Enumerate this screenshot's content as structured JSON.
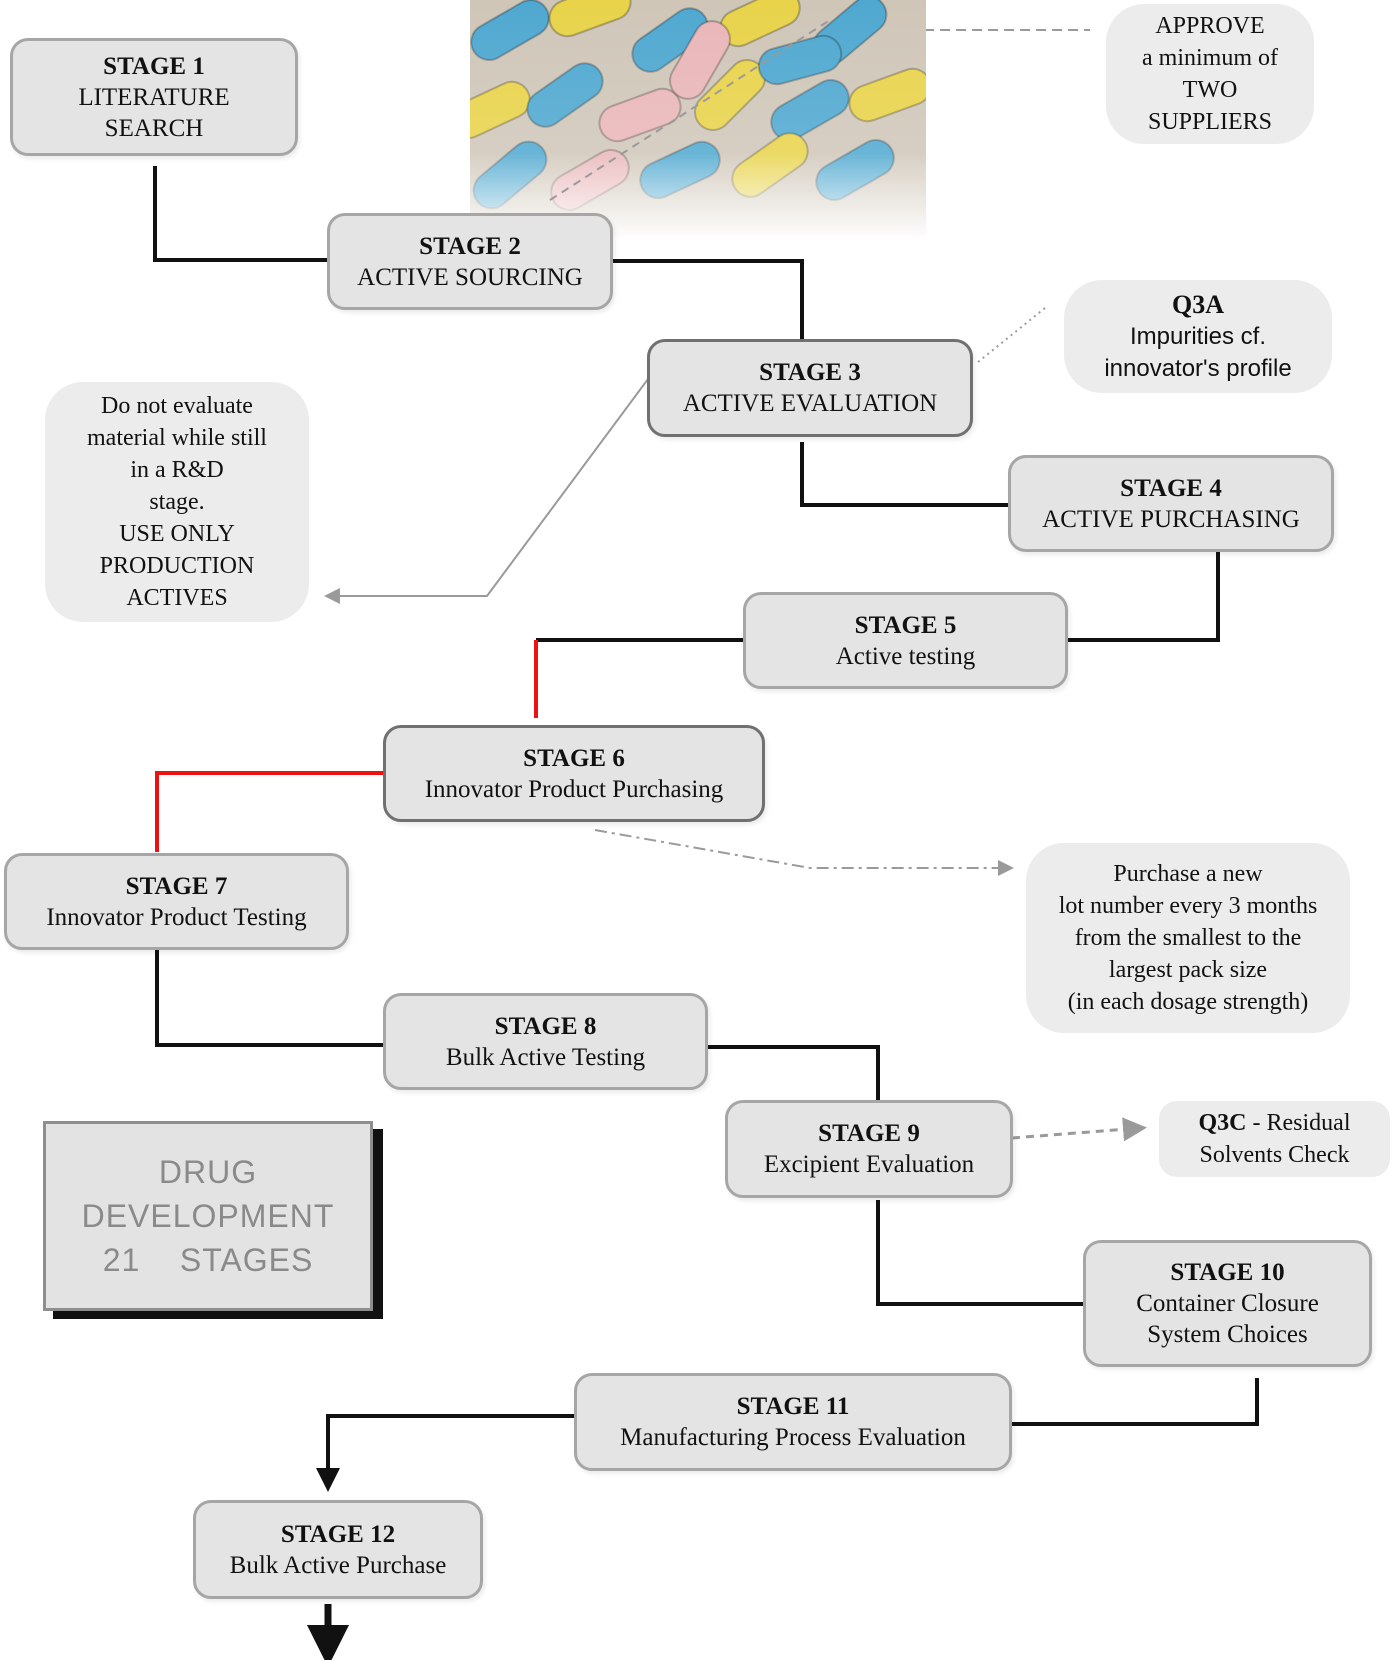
{
  "title": {
    "line1": "DRUG",
    "line2": "DEVELOPMENT",
    "line3": "21    STAGES"
  },
  "image": {
    "icon": "pills-photo"
  },
  "stages": [
    {
      "label": "STAGE 1",
      "lines": [
        "LITERATURE",
        "SEARCH"
      ]
    },
    {
      "label": "STAGE 2",
      "lines": [
        "ACTIVE  SOURCING"
      ]
    },
    {
      "label": "STAGE 3",
      "lines": [
        "ACTIVE  EVALUATION"
      ]
    },
    {
      "label": "STAGE 4",
      "lines": [
        "ACTIVE PURCHASING"
      ]
    },
    {
      "label": "STAGE 5",
      "lines": [
        "Active testing"
      ]
    },
    {
      "label": "STAGE 6",
      "lines": [
        "Innovator Product Purchasing"
      ]
    },
    {
      "label": "STAGE 7",
      "lines": [
        "Innovator Product Testing"
      ]
    },
    {
      "label": "STAGE 8",
      "lines": [
        "Bulk Active Testing"
      ]
    },
    {
      "label": "STAGE 9",
      "lines": [
        "Excipient Evaluation"
      ]
    },
    {
      "label": "STAGE 10",
      "lines": [
        "Container Closure",
        "System Choices"
      ]
    },
    {
      "label": "STAGE 11",
      "lines": [
        "Manufacturing Process Evaluation"
      ]
    },
    {
      "label": "STAGE 12",
      "lines": [
        "Bulk Active Purchase"
      ]
    }
  ],
  "notes": {
    "approve": [
      "APPROVE",
      "a minimum of",
      "TWO",
      "SUPPLIERS"
    ],
    "q3a": {
      "head": "Q3A",
      "lines": [
        "Impurities  cf.",
        "innovator's profile"
      ]
    },
    "rnd": [
      "Do not evaluate",
      "material while still",
      "in a R&D",
      "stage.",
      "USE ONLY",
      "PRODUCTION",
      "ACTIVES"
    ],
    "purchase": [
      "Purchase a new",
      "lot number every 3 months",
      "from the smallest to the",
      "largest pack size",
      "(in each dosage strength)"
    ],
    "q3c": {
      "head": "Q3C",
      "rest": " - Residual",
      "line2": "Solvents Check"
    }
  },
  "colors": {
    "connector": "#111111",
    "highlight_connector": "#ee1111",
    "dashed_connector": "#9a9a9a",
    "box_fill": "#e4e4e4",
    "box_border": "#a6a6a6",
    "note_fill": "#ececec",
    "title_text": "#8a8a8a"
  }
}
